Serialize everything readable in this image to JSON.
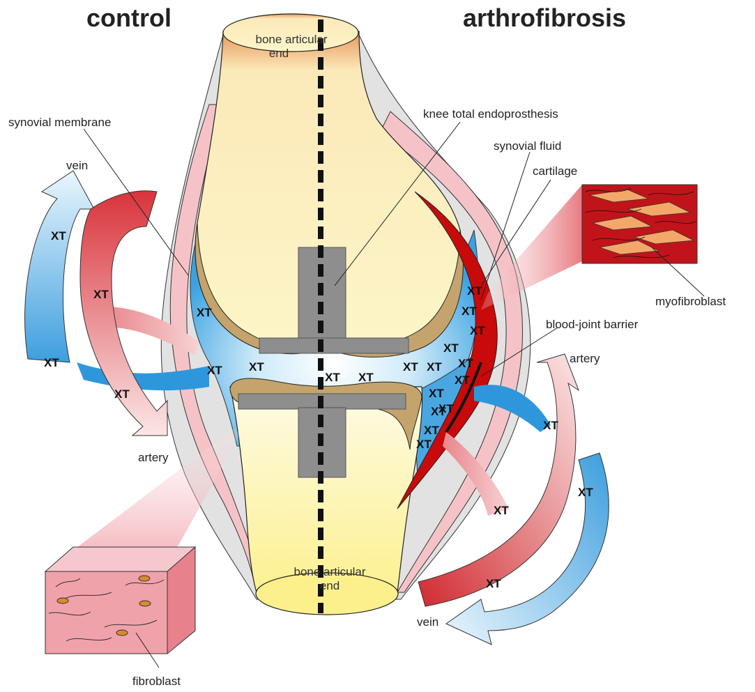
{
  "titles": {
    "left": "control",
    "right": "arthrofibrosis"
  },
  "labels": {
    "bone_top_1": "bone articular",
    "bone_top_2": "end",
    "bone_bottom_1": "bone articular",
    "bone_bottom_2": "end",
    "knee_tep": "knee total endoprosthesis",
    "synovial_fluid": "synovial fluid",
    "cartilage": "cartilage",
    "synovial_membrane": "synovial membrane",
    "vein_left": "vein",
    "artery_left": "artery",
    "myofibroblast": "myofibroblast",
    "blood_joint_barrier": "blood-joint barrier",
    "artery_right": "artery",
    "vein_right": "vein",
    "fibroblast": "fibroblast"
  },
  "xt_label": "XT",
  "colors": {
    "bone": "#fdf6c3",
    "cartilage": "#c4a46c",
    "synovial_fluid": "#5ab4e8",
    "membrane_pink": "#f2b3b8",
    "membrane_grey": "#dedede",
    "fibrosis_red": "#c80a0a",
    "prosthesis": "#8e8e8e",
    "artery": "#d93a3a",
    "vein": "#4aa6e0"
  }
}
